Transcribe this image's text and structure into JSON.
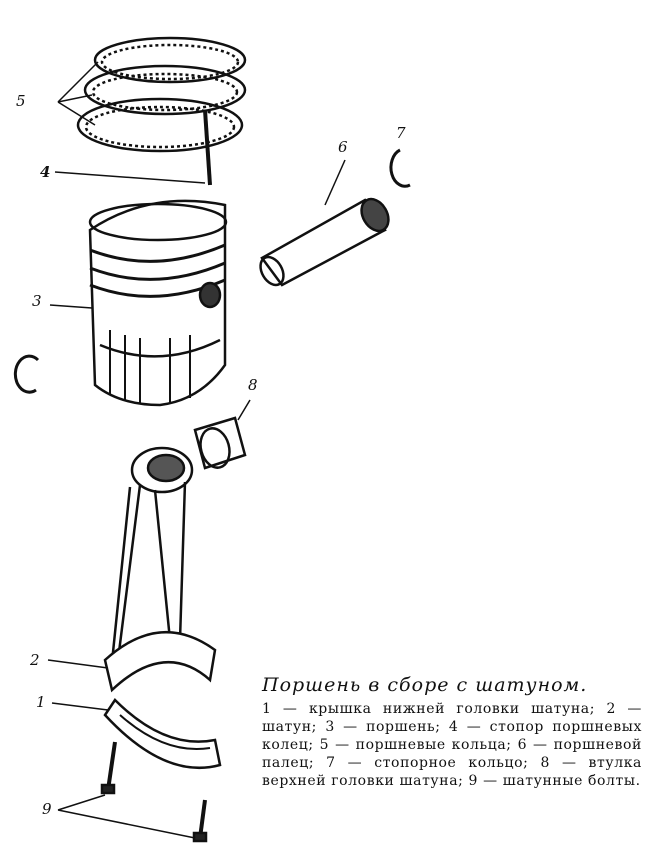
{
  "figure": {
    "caption_title": "Поршень в сборе с шатуном.",
    "caption_body": "1 — крышка нижней головки шатуна; 2 — шатун; 3 — поршень; 4 — стопор поршневых колец; 5 — поршневые кольца; 6 — поршневой палец; 7 — стопорное кольцо; 8 — втулка верхней головки шатуна; 9 — шатунные болты.",
    "labels": {
      "l1": "1",
      "l2": "2",
      "l3": "3",
      "l4": "4",
      "l5": "5",
      "l6": "6",
      "l7": "7",
      "l8": "8",
      "l9": "9"
    }
  }
}
